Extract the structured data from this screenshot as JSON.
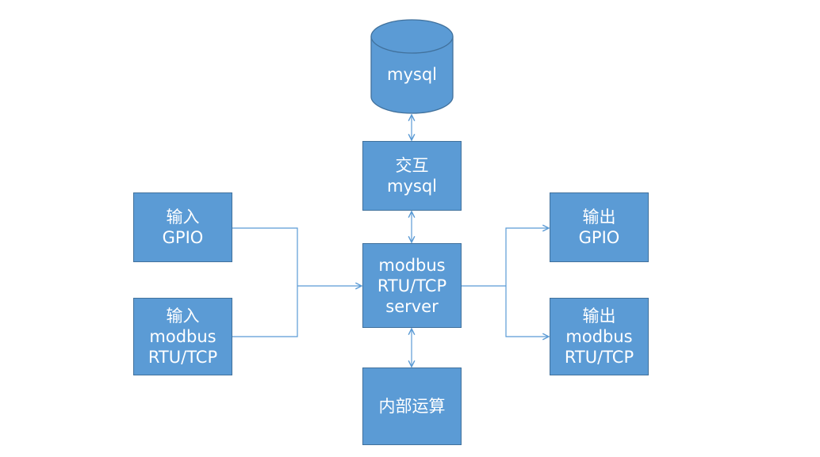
{
  "colors": {
    "box_fill": "#5b9bd5",
    "box_border": "#41719c",
    "connector": "#5b9bd5",
    "text": "#ffffff"
  },
  "nodes": {
    "database": {
      "label": "mysql"
    },
    "interaction": {
      "line1": "交互",
      "line2": "mysql"
    },
    "server": {
      "line1": "modbus",
      "line2": "RTU/TCP",
      "line3": "server"
    },
    "input_gpio": {
      "line1": "输入",
      "line2": "GPIO"
    },
    "input_modbus": {
      "line1": "输入",
      "line2": "modbus",
      "line3": "RTU/TCP"
    },
    "output_gpio": {
      "line1": "输出",
      "line2": "GPIO"
    },
    "output_modbus": {
      "line1": "输出",
      "line2": "modbus",
      "line3": "RTU/TCP"
    },
    "internal": {
      "label": "内部运算"
    }
  }
}
